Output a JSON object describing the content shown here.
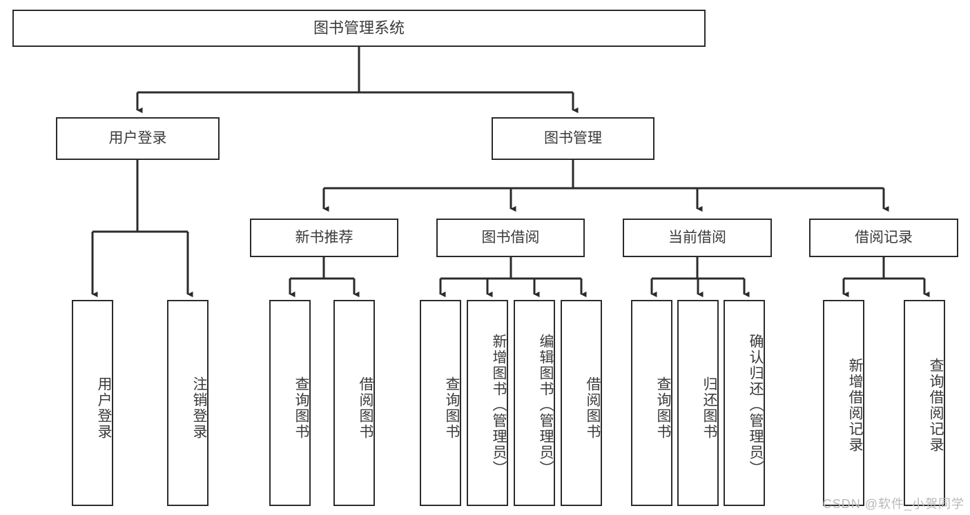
{
  "diagram": {
    "type": "tree-hierarchy",
    "title": "图书管理系统",
    "watermark": "CSDN @软件_小贺同学",
    "colors": {
      "box_border": "#2b2b2b",
      "box_fill": "#ffffff",
      "connector": "#2b2b2b",
      "text": "#3a3a3a",
      "watermark": "#b9b9b9"
    },
    "root": {
      "label": "图书管理系统"
    },
    "level1": [
      {
        "label": "用户登录"
      },
      {
        "label": "图书管理"
      }
    ],
    "level2": [
      {
        "label": "新书推荐"
      },
      {
        "label": "图书借阅"
      },
      {
        "label": "当前借阅"
      },
      {
        "label": "借阅记录"
      }
    ],
    "leaves": {
      "user_login": [
        {
          "label": "用户登录"
        },
        {
          "label": "注销登录"
        }
      ],
      "new_book_recommend": [
        {
          "label": "查询图书"
        },
        {
          "label": "借阅图书"
        }
      ],
      "book_borrow": [
        {
          "label": "查询图书"
        },
        {
          "label": "新增图书（管理员）"
        },
        {
          "label": "编辑图书（管理员）"
        },
        {
          "label": "借阅图书"
        }
      ],
      "current_borrow": [
        {
          "label": "查询图书"
        },
        {
          "label": "归还图书"
        },
        {
          "label": "确认归还（管理员）"
        }
      ],
      "borrow_record": [
        {
          "label": "新增借阅记录"
        },
        {
          "label": "查询借阅记录"
        }
      ]
    }
  }
}
